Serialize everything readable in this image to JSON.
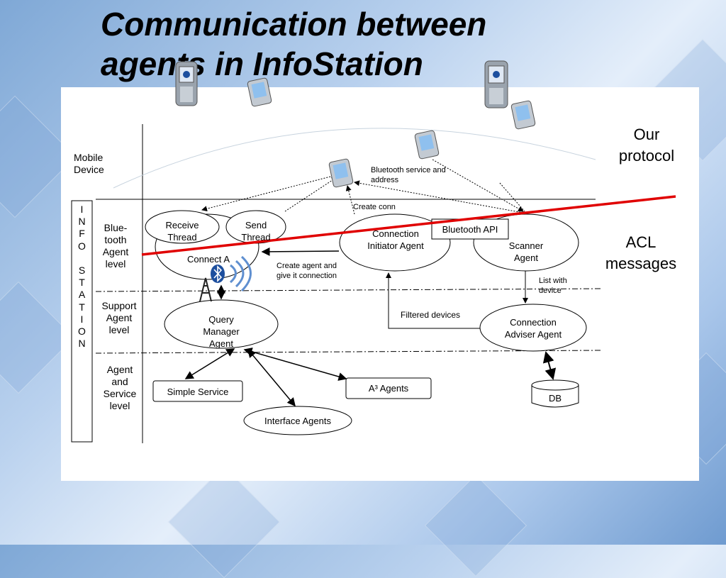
{
  "title": "Communication between agents in InfoStation",
  "labels": {
    "mobile_device": "Mobile Device",
    "info_station": [
      "I",
      "N",
      "F",
      "O",
      "",
      "S",
      "T",
      "A",
      "T",
      "I",
      "O",
      "N"
    ],
    "bluetooth_level": "Blue-tooth Agent level",
    "support_level": "Support Agent level",
    "service_level": "Agent and Service level",
    "our_protocol": "Our protocol",
    "acl_messages": "ACL messages"
  },
  "nodes": {
    "receive_thread": "Receive Thread",
    "send_thread": "Send Thread",
    "connect_agent": "Connect A",
    "connection_initiator": "Connection Initiator Agent",
    "bluetooth_api": "Bluetooth API",
    "scanner_agent": "Scanner Agent",
    "query_manager": "Query Manager Agent",
    "connection_adviser": "Connection Adviser Agent",
    "simple_service": "Simple Service",
    "a3_agents": "A³ Agents",
    "interface_agents": "Interface Agents",
    "db": "DB"
  },
  "edge_labels": {
    "bt_service": "Bluetooth service and address",
    "create_conn": "Create conn",
    "create_agent": "Create agent and give it connection",
    "list_with_device": "List with device",
    "filtered_devices": "Filtered devices"
  },
  "colors": {
    "protocol_line": "#e00000",
    "panel": "#ffffff"
  },
  "icons": [
    "mobile-phone-icon",
    "pda-icon",
    "bluetooth-icon",
    "antenna-tower-icon"
  ]
}
